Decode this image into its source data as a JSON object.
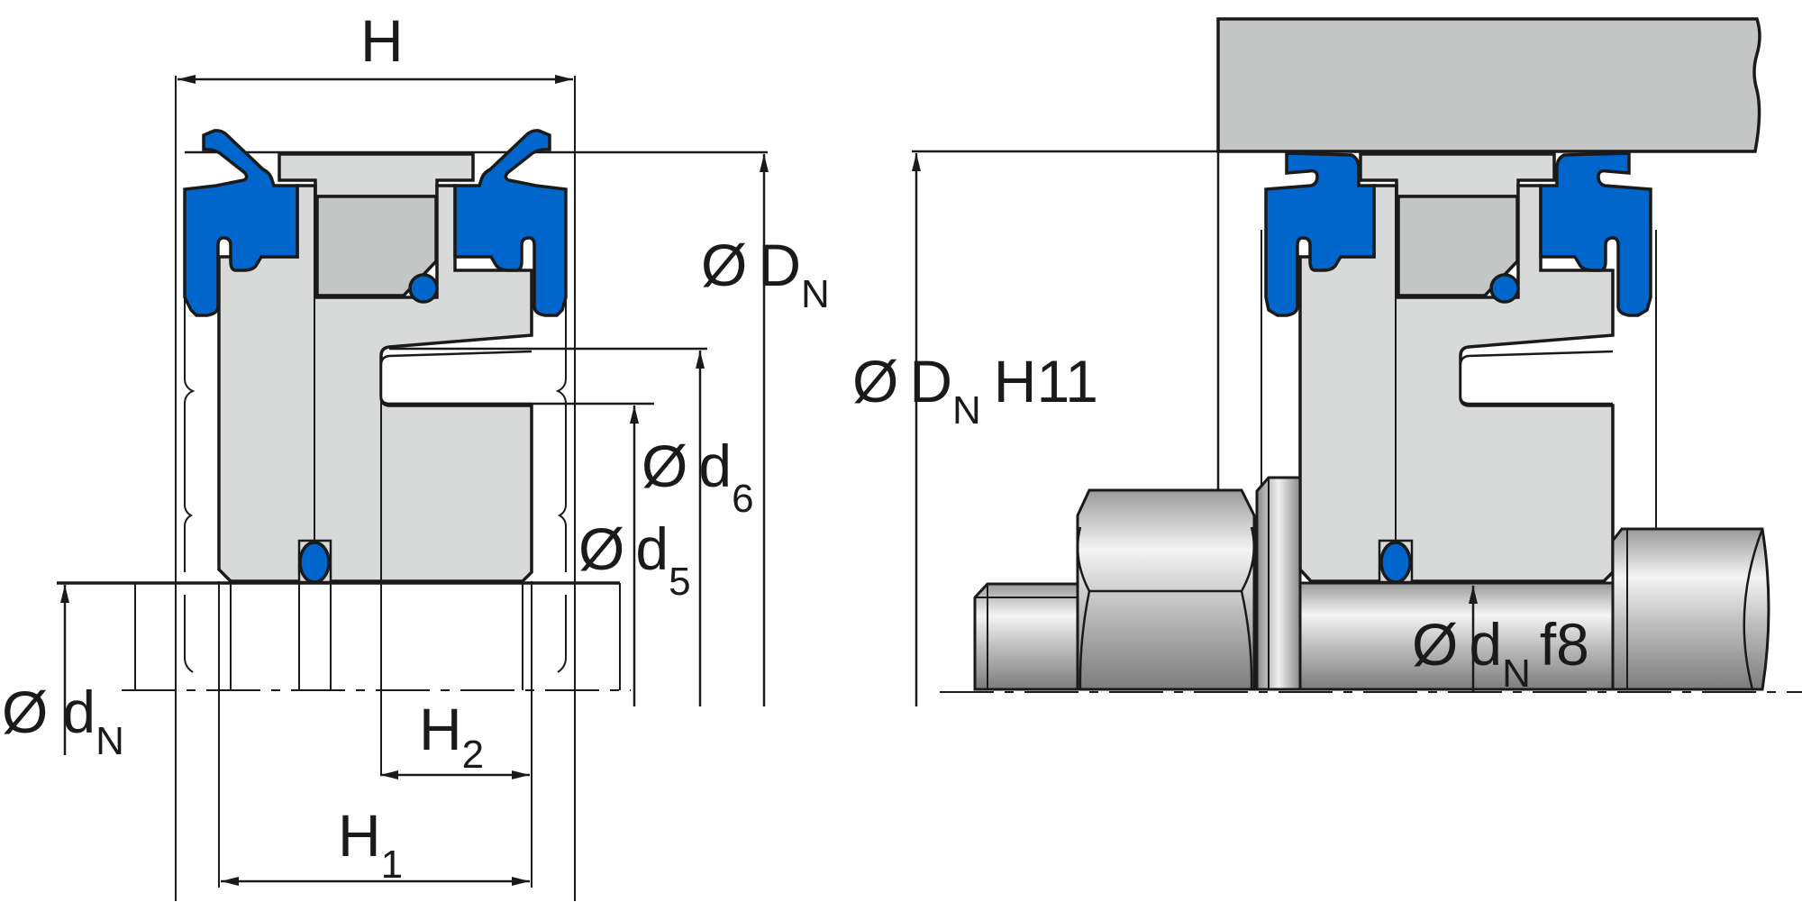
{
  "diagram": {
    "subject": "Piston seal cross-section with installation view",
    "colors": {
      "seal_blue": "#0066cc",
      "guide_gray": "#d8d9d9",
      "ring_gray": "#c4c5c5",
      "housing_gray": "#c4c5c5",
      "line": "#1a1a1a"
    },
    "left_view": {
      "dimensions": {
        "H": {
          "symbol": "H",
          "subscript": ""
        },
        "H1": {
          "symbol": "H",
          "subscript": "1"
        },
        "H2": {
          "symbol": "H",
          "subscript": "2"
        },
        "DN": {
          "prefix": "Ø",
          "symbol": "D",
          "subscript": "N"
        },
        "d6": {
          "prefix": "Ø",
          "symbol": "d",
          "subscript": "6"
        },
        "d5": {
          "prefix": "Ø",
          "symbol": "d",
          "subscript": "5"
        },
        "dN": {
          "prefix": "Ø",
          "symbol": "d",
          "subscript": "N"
        }
      }
    },
    "right_view": {
      "dimensions": {
        "DN_H11": {
          "prefix": "Ø",
          "symbol": "D",
          "subscript": "N",
          "tolerance": "H11"
        },
        "dN_f8": {
          "prefix": "Ø",
          "symbol": "d",
          "subscript": "N",
          "tolerance": "f8"
        }
      }
    }
  }
}
